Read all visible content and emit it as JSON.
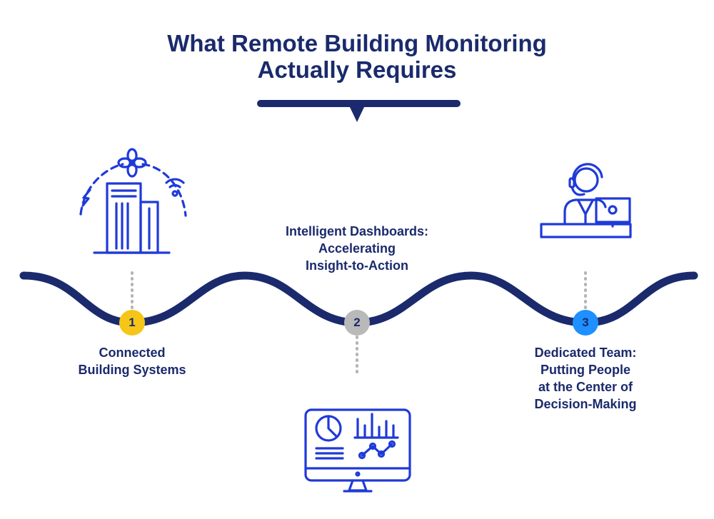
{
  "header": {
    "title_line1": "What Remote Building Monitoring",
    "title_line2": "Actually Requires"
  },
  "steps": [
    {
      "number": "1",
      "label_lines": [
        "Connected",
        "Building Systems"
      ],
      "icon": "building-systems-icon",
      "color": "#f5c518"
    },
    {
      "number": "2",
      "label_lines": [
        "Intelligent Dashboards:",
        "Accelerating",
        "Insight-to-Action"
      ],
      "icon": "dashboard-monitor-icon",
      "color": "#b9b9b9"
    },
    {
      "number": "3",
      "label_lines": [
        "Dedicated Team:",
        "Putting People",
        "at the Center of",
        "Decision-Making"
      ],
      "icon": "support-agent-icon",
      "color": "#1e90ff"
    }
  ],
  "colors": {
    "primary": "#1a2a6c",
    "icon": "#1f3ad8",
    "connector": "#b5b5b5"
  }
}
